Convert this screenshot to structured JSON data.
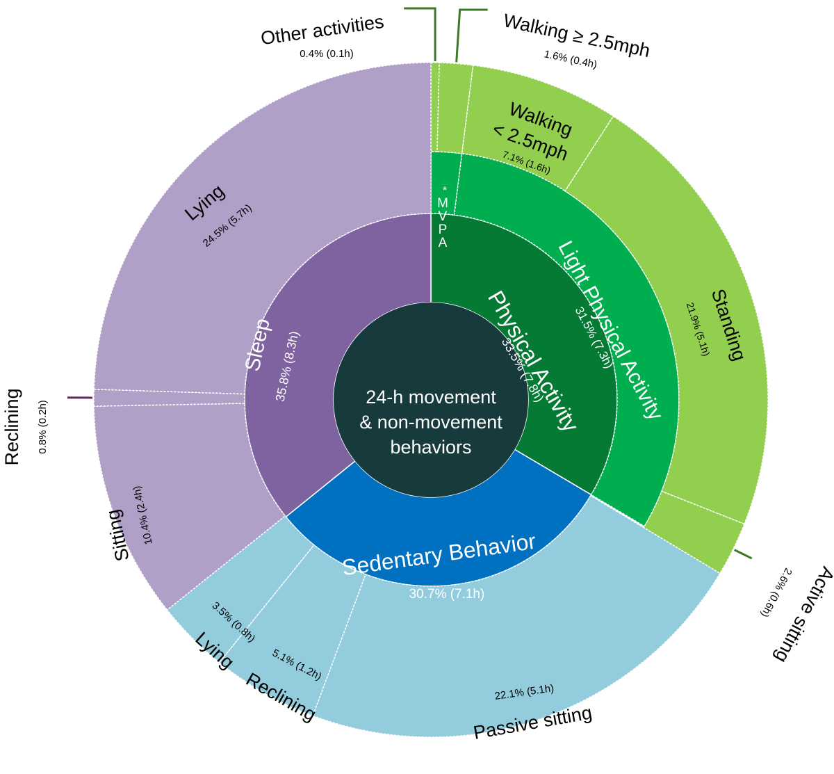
{
  "chart_data": {
    "type": "sunburst",
    "title": "",
    "center": {
      "line1": "24-h movement",
      "line2": "& non-movement",
      "line3": "behaviors"
    },
    "colors": {
      "sleep": "#7f63a1",
      "sleep_outer": "#b09fc7",
      "physical": "#057a35",
      "light_pa": "#00ae4f",
      "pa_outer": "#92cf4f",
      "sedentary": "#0070c0",
      "sedentary_outer": "#93cddd",
      "center": "#173b3c",
      "leader_green": "#3d7a2a",
      "leader_purple": "#5a2d5c"
    },
    "inner": [
      {
        "key": "physical",
        "label": "Physical Activity",
        "value": 33.5,
        "hours": 7.8,
        "stat": "33.5% (7.8h)"
      },
      {
        "key": "sedentary",
        "label": "Sedentary Behavior",
        "value": 30.7,
        "hours": 7.1,
        "stat": "30.7% (7.1h)"
      },
      {
        "key": "sleep",
        "label": "Sleep",
        "value": 35.8,
        "hours": 8.3,
        "stat": "35.8% (8.3h)"
      }
    ],
    "middle": [
      {
        "key": "mvpa",
        "parent": "physical",
        "label": "MVPA",
        "marker": "*",
        "value": 2.0
      },
      {
        "key": "lpa",
        "parent": "physical",
        "label": "Light Physical Activity",
        "value": 31.5,
        "hours": 7.3,
        "stat": "31.5% (7.3h)"
      }
    ],
    "outer": [
      {
        "key": "other",
        "parent": "physical",
        "label": "Other activities",
        "value": 0.4,
        "hours": 0.1,
        "stat": "0.4% (0.1h)"
      },
      {
        "key": "walk_fast",
        "parent": "physical",
        "label": "Walking ≥ 2.5mph",
        "value": 1.6,
        "hours": 0.4,
        "stat": "1.6% (0.4h)"
      },
      {
        "key": "walk_slow",
        "parent": "physical",
        "label_line1": "Walking",
        "label_line2": "< 2.5mph",
        "value": 7.1,
        "hours": 1.6,
        "stat": "7.1% (1.6h)"
      },
      {
        "key": "standing",
        "parent": "physical",
        "label": "Standing",
        "value": 21.9,
        "hours": 5.1,
        "stat": "21.9% (5.1h)"
      },
      {
        "key": "active_sitting",
        "parent": "physical",
        "label": "Active sitting",
        "value": 2.6,
        "hours": 0.6,
        "stat": "2.6% (0.6h)"
      },
      {
        "key": "passive_sitting",
        "parent": "sedentary",
        "label": "Passive sitting",
        "value": 22.1,
        "hours": 5.1,
        "stat": "22.1% (5.1h)"
      },
      {
        "key": "sed_reclining",
        "parent": "sedentary",
        "label": "Reclining",
        "value": 5.1,
        "hours": 1.2,
        "stat": "5.1% (1.2h)"
      },
      {
        "key": "sed_lying",
        "parent": "sedentary",
        "label": "Lying",
        "value": 3.5,
        "hours": 0.8,
        "stat": "3.5% (0.8h)"
      },
      {
        "key": "sleep_sitting",
        "parent": "sleep",
        "label": "Sitting",
        "value": 10.4,
        "hours": 2.4,
        "stat": "10.4% (2.4h)"
      },
      {
        "key": "sleep_reclining",
        "parent": "sleep",
        "label": "Reclining",
        "value": 0.8,
        "hours": 0.2,
        "stat": "0.8% (0.2h)"
      },
      {
        "key": "sleep_lying",
        "parent": "sleep",
        "label": "Lying",
        "value": 24.5,
        "hours": 5.7,
        "stat": "24.5% (5.7h)"
      }
    ]
  }
}
